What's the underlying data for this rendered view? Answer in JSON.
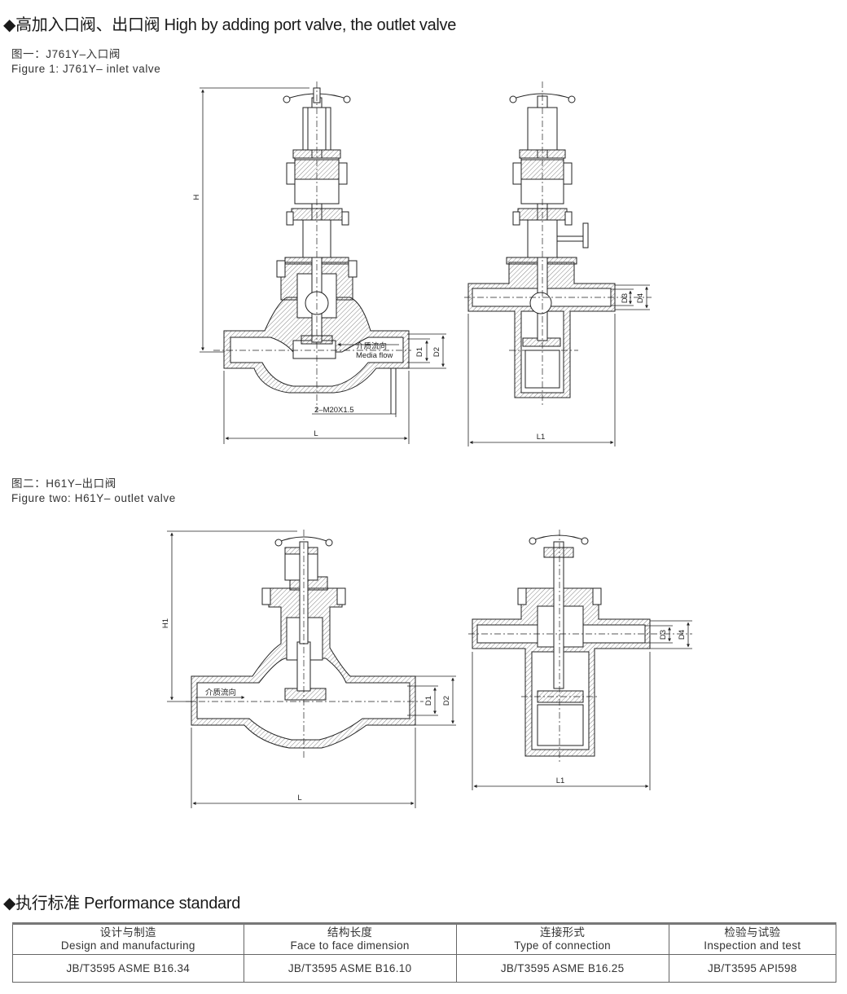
{
  "section1": {
    "title": "◆高加入口阀、出口阀 High by adding port valve, the outlet valve"
  },
  "figure1": {
    "caption_cn": "图一：J761Y–入口阀",
    "caption_en": "Figure 1: J761Y– inlet valve",
    "labels": {
      "H": "H",
      "D1": "D1",
      "D2": "D2",
      "D3": "D3",
      "D4": "D4",
      "L": "L",
      "L1": "L1",
      "flow_cn": "介质流向",
      "flow_en": "Media flow",
      "thread": "2–M20X1.5"
    }
  },
  "figure2": {
    "caption_cn": "图二：H61Y–出口阀",
    "caption_en": "Figure two: H61Y– outlet valve",
    "labels": {
      "H1": "H1",
      "D1": "D1",
      "D2": "D2",
      "D3": "D3",
      "D4": "D4",
      "L": "L",
      "L1": "L1",
      "flow_cn": "介质流向"
    }
  },
  "section2": {
    "title": "◆执行标准 Performance standard"
  },
  "standards": {
    "headers": [
      {
        "cn": "设计与制造",
        "en": "Design and manufacturing"
      },
      {
        "cn": "结构长度",
        "en": "Face to face dimension"
      },
      {
        "cn": "连接形式",
        "en": "Type of connection"
      },
      {
        "cn": "检验与试验",
        "en": "Inspection and test"
      }
    ],
    "values": [
      "JB/T3595  ASME B16.34",
      "JB/T3595 ASME B16.10",
      "JB/T3595 ASME B16.25",
      "JB/T3595  API598"
    ]
  }
}
